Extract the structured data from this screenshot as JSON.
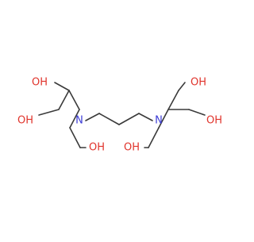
{
  "molecule": {
    "colors": {
      "bond": "#3a3a3a",
      "oxygen": "#e0342c",
      "nitrogen": "#3b3bd6",
      "background": "#ffffff"
    },
    "atoms": {
      "oh_top_left": "OH",
      "oh_mid_left": "OH",
      "oh_bottom_left": "OH",
      "n_left": "N",
      "n_right": "N",
      "oh_bottom_right": "OH",
      "oh_top_right": "OH",
      "oh_mid_right": "OH"
    }
  }
}
